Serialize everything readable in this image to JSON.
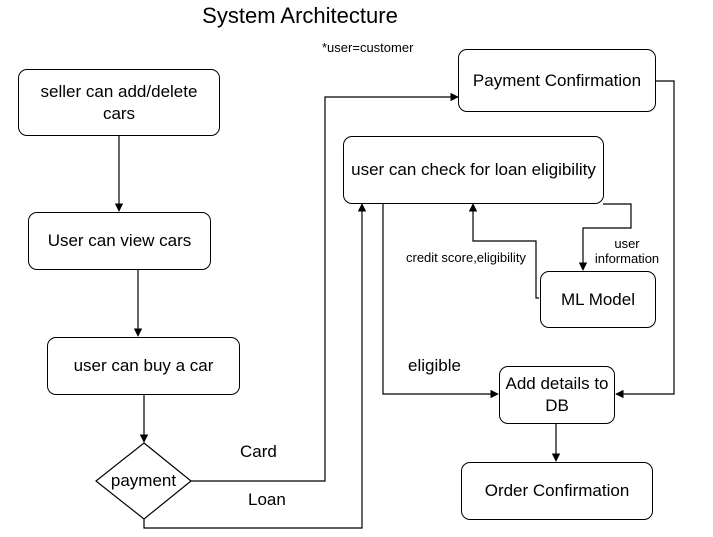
{
  "title": "System Architecture",
  "note": "*user=customer",
  "nodes": {
    "seller": "seller can add/delete cars",
    "view": "User can view cars",
    "buy": "user can buy a car",
    "payment": "payment",
    "payment_confirmation": "Payment Confirmation",
    "loan_check": "user can check for loan eligibility",
    "ml_model": "ML Model",
    "add_details": "Add details to DB",
    "order_confirmation": "Order Confirmation"
  },
  "edges": {
    "card": "Card",
    "loan": "Loan",
    "credit_score": "credit score,eligibility",
    "user_information": "user information",
    "eligible": "eligible"
  }
}
